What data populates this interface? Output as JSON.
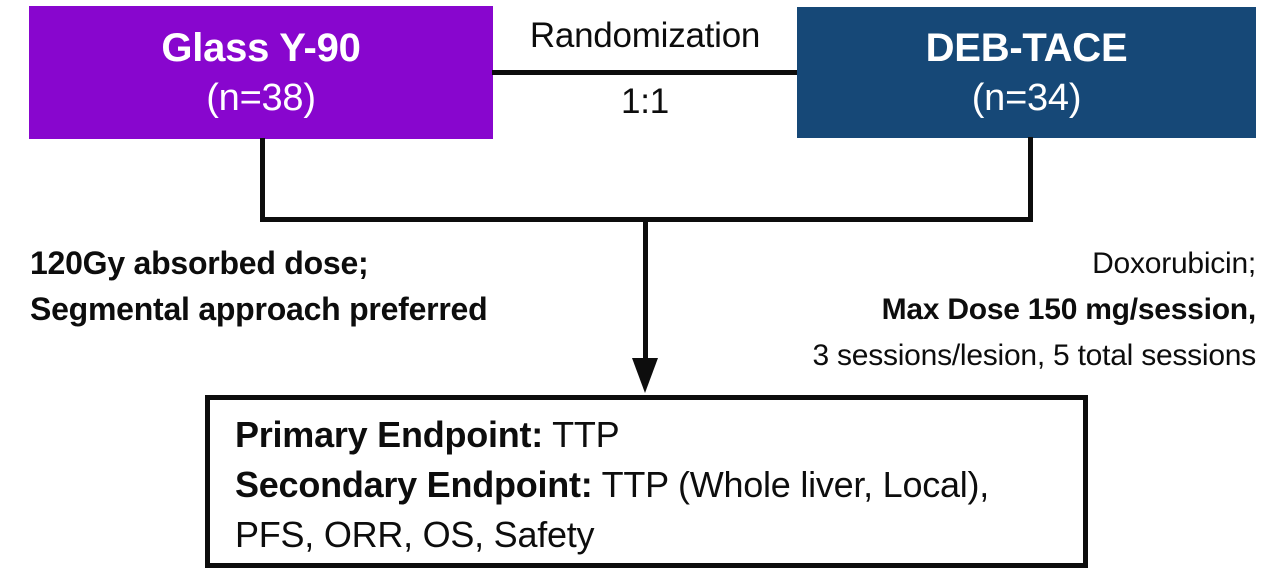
{
  "palette": {
    "arm_glass_bg": "#8806CE",
    "arm_debtace_bg": "#164877",
    "line_color": "#0d0d0d",
    "text_on_box": "#ffffff"
  },
  "arms": {
    "glass": {
      "title": "Glass Y-90",
      "n": "(n=38)"
    },
    "debtace": {
      "title": "DEB-TACE",
      "n": "(n=34)"
    }
  },
  "randomization": {
    "label": "Randomization",
    "ratio": "1:1"
  },
  "notes": {
    "left": {
      "line1": "120Gy absorbed dose;",
      "line2": "Segmental approach preferred"
    },
    "right": {
      "line1": "Doxorubicin;",
      "line2": "Max Dose 150 mg/session,",
      "line3": "3 sessions/lesion, 5 total sessions"
    }
  },
  "endpoints": {
    "primary_label": "Primary Endpoint:",
    "primary_value": " TTP",
    "secondary_label": "Secondary Endpoint:",
    "secondary_value": " TTP (Whole liver, Local),",
    "secondary_cont": "PFS, ORR, OS, Safety"
  }
}
